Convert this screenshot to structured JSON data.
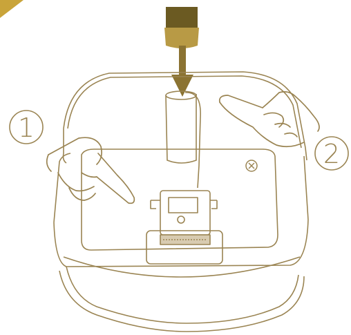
{
  "colors": {
    "line": "#9a8452",
    "cap_dark": "#6b5a22",
    "cap_light": "#b89a45",
    "corner": "#c9a43a",
    "background": "#ffffff"
  },
  "steps": [
    {
      "number": "1",
      "action": "press-down"
    },
    {
      "number": "2",
      "action": "press-down"
    }
  ],
  "icons": [
    "hand-pointing-icon",
    "down-arrow-icon",
    "cap-icon"
  ]
}
